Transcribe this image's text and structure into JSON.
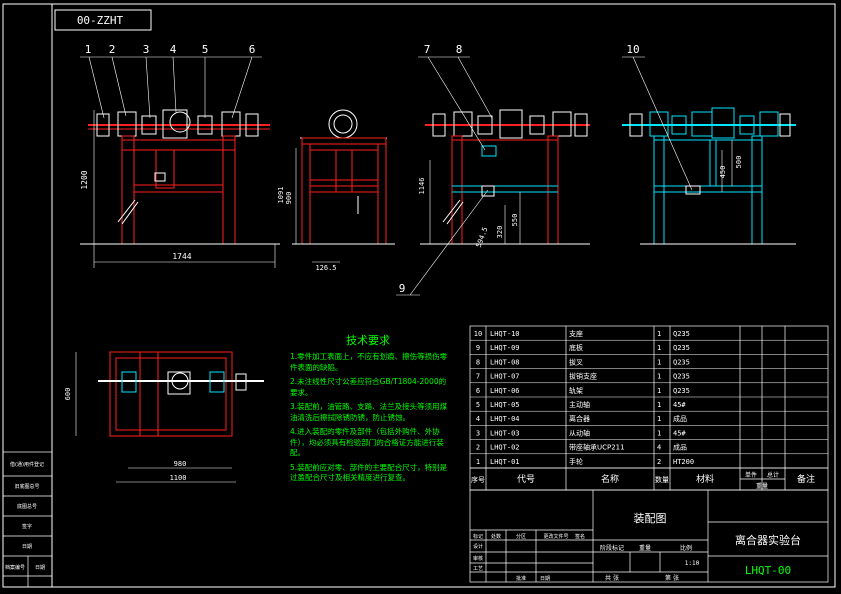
{
  "drawing_code_stamp": "00-ZZHT",
  "balloons": {
    "front": [
      "1",
      "2",
      "3",
      "4",
      "5",
      "6"
    ],
    "side": [
      "7",
      "8"
    ],
    "side_bottom": "9",
    "end": "10"
  },
  "dimensions": {
    "front_height": "1200",
    "front_width": "1744",
    "side_height_a": "1091",
    "side_height_b": "900",
    "side_bottom": "126.5",
    "mid_height_a": "1146",
    "mid_height_b": "550",
    "mid_height_c": "320",
    "mid_small": "594.5",
    "end_height_a": "450",
    "end_height_b": "500",
    "plan_depth": "600",
    "plan_width_a": "980",
    "plan_width_b": "1100"
  },
  "tech_requirements": {
    "title": "技术要求",
    "items": [
      "1.零件加工表面上，不应有划痕、擦伤等损伤零件表面的缺陷。",
      "2.未注线性尺寸公差应符合GB/T1804-2000的要求。",
      "3.装配前，油管路、支路、法兰及接头等须用煤油清洗后擦拭除锈防锈，防止锈蚀。",
      "4.进入装配的零件及部件（包括外购件、外协件），均必须具有检验部门的合格证方能进行装配。",
      "5.装配前应对零、部件的主要配合尺寸，特别是过盈配合尺寸及相关精度进行复查。"
    ]
  },
  "parts_list": {
    "rows": [
      {
        "no": "10",
        "code": "LHQT-10",
        "name": "支座",
        "qty": "1",
        "material": "Q235"
      },
      {
        "no": "9",
        "code": "LHQT-09",
        "name": "底板",
        "qty": "1",
        "material": "Q235"
      },
      {
        "no": "8",
        "code": "LHQT-08",
        "name": "拔叉",
        "qty": "1",
        "material": "Q235"
      },
      {
        "no": "7",
        "code": "LHQT-07",
        "name": "拔销支座",
        "qty": "1",
        "material": "Q235"
      },
      {
        "no": "6",
        "code": "LHQT-06",
        "name": "轨架",
        "qty": "1",
        "material": "Q235"
      },
      {
        "no": "5",
        "code": "LHQT-05",
        "name": "主动轴",
        "qty": "1",
        "material": "45#"
      },
      {
        "no": "4",
        "code": "LHQT-04",
        "name": "离合器",
        "qty": "1",
        "material": "成品"
      },
      {
        "no": "3",
        "code": "LHQT-03",
        "name": "从动轴",
        "qty": "1",
        "material": "45#"
      },
      {
        "no": "2",
        "code": "LHQT-02",
        "name": "带座轴承UCP211",
        "qty": "4",
        "material": "成品"
      },
      {
        "no": "1",
        "code": "LHQT-01",
        "name": "手轮",
        "qty": "2",
        "material": "HT200"
      }
    ],
    "header": {
      "no": "序号",
      "code": "代号",
      "name": "名称",
      "qty": "数量",
      "material": "材料",
      "unit": "单件",
      "total": "总计",
      "weight": "重量",
      "remark": "备注"
    }
  },
  "title_block": {
    "drawing_type": "装配图",
    "product_name": "离合器实验台",
    "drawing_number": "LHQT-00",
    "scale": "1:10",
    "labels": {
      "stage": "阶段标记",
      "weight": "重量",
      "scale": "比例",
      "sheets": "共 张",
      "sheet": "第 张",
      "design": "设计",
      "check": "审核",
      "process": "工艺",
      "approve": "批准",
      "date": "日期",
      "mark": "标记",
      "count": "处数",
      "zone": "分区",
      "change_doc": "更改文件号",
      "sign": "签名"
    }
  },
  "left_stamp": {
    "rows": [
      "借(通)用件登记",
      "旧底图总号",
      "底图总号",
      "签字",
      "日期"
    ],
    "bottom": [
      "档案编号",
      "日期"
    ]
  },
  "colors": {
    "frame": "#ffffff",
    "drawing": "#ff2020",
    "text_green": "#00ff00",
    "cyan": "#00e5ff",
    "balloon": "#ffffff"
  }
}
